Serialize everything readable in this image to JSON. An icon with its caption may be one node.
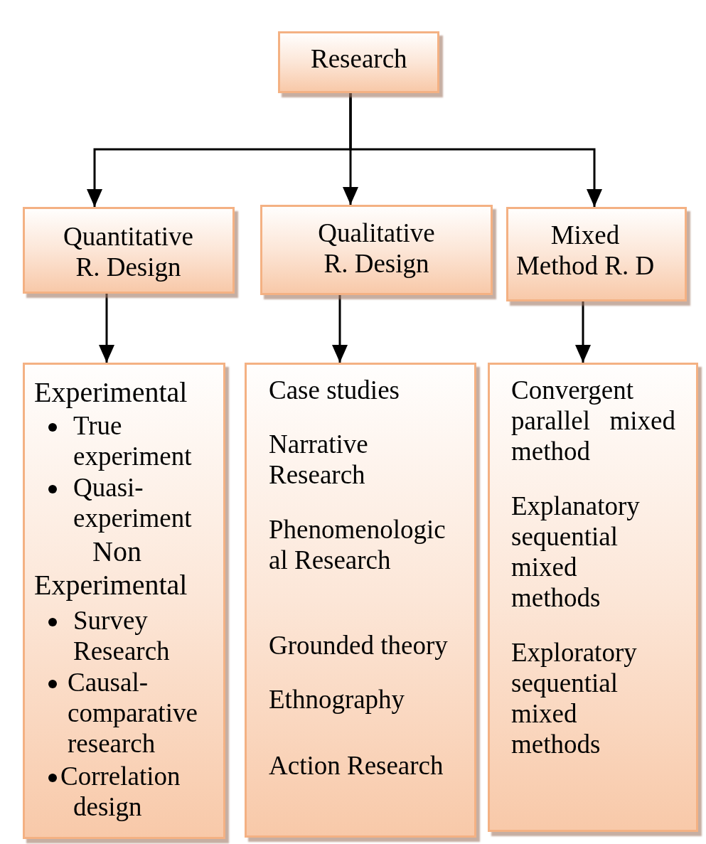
{
  "diagram": {
    "nodes": [
      {
        "text": [
          "Research"
        ]
      },
      {
        "text": [
          "Quantitative R. Design"
        ]
      },
      {
        "text": [
          "Qualitative R. Design"
        ]
      },
      {
        "text": [
          "Mixed Method R. D"
        ]
      },
      {
        "text": [
          "Experimental",
          "True experiment",
          "Quasi-experiment",
          "Non Experimental",
          "Survey Research",
          "Causal-comparative research",
          "Correlation design"
        ]
      },
      {
        "text": [
          "Case studies",
          "Narrative Research",
          "Phenomenologic al Research",
          "Grounded theory",
          "Ethnography",
          "Action Research"
        ]
      },
      {
        "text": [
          "Convergent parallel mixed method",
          "Explanatory sequential mixed methods",
          "Exploratory sequential mixed methods"
        ]
      }
    ],
    "edges": [
      {
        "from": 0,
        "to": 1,
        "arrow": "to"
      },
      {
        "from": 0,
        "to": 2,
        "arrow": "to"
      },
      {
        "from": 0,
        "to": 3,
        "arrow": "to"
      },
      {
        "from": 1,
        "to": 4,
        "arrow": "to"
      },
      {
        "from": 2,
        "to": 5,
        "arrow": "to"
      },
      {
        "from": 3,
        "to": 6,
        "arrow": "to"
      }
    ]
  }
}
